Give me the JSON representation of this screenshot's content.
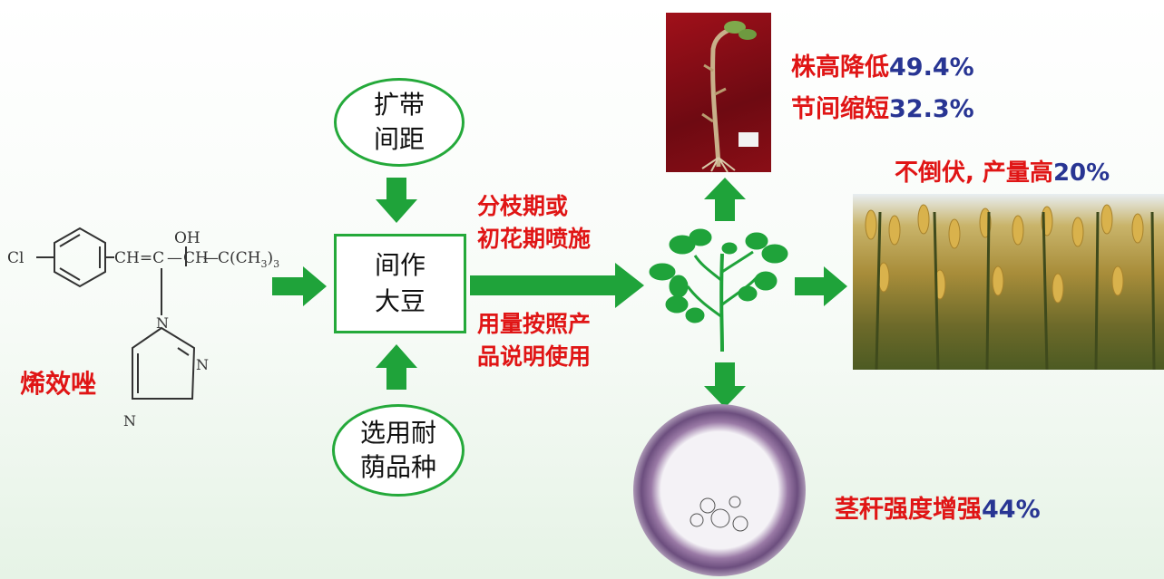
{
  "molecule": {
    "name": "烯效唑",
    "oh": "OH",
    "cl": "Cl",
    "ch_eq_c": "CH=C",
    "ch": "CH",
    "c": "C(CH",
    "sub3": "3",
    "close": ")",
    "sub3b": "3",
    "n1": "N",
    "n2": "N",
    "n3": "N"
  },
  "top_ellipse": {
    "line1": "扩带",
    "line2": "间距"
  },
  "center_box": {
    "line1": "间作",
    "line2": "大豆"
  },
  "bottom_ellipse": {
    "line1": "选用耐",
    "line2": "荫品种"
  },
  "spray": {
    "line1": "分枝期或",
    "line2": "初花期喷施"
  },
  "dosage": {
    "line1": "用量按照产",
    "line2": "品说明使用"
  },
  "results": {
    "height_label": "株高降低",
    "height_value": "49.4%",
    "internode_label": "节间缩短",
    "internode_value": "32.3%",
    "yield_label": "不倒伏, 产量高",
    "yield_value": "20%",
    "stem_label": "茎秆强度增强",
    "stem_value": "44%"
  },
  "colors": {
    "arrow": "#1fa33a",
    "emphasis_red": "#e01515",
    "emphasis_blue": "#283593"
  }
}
